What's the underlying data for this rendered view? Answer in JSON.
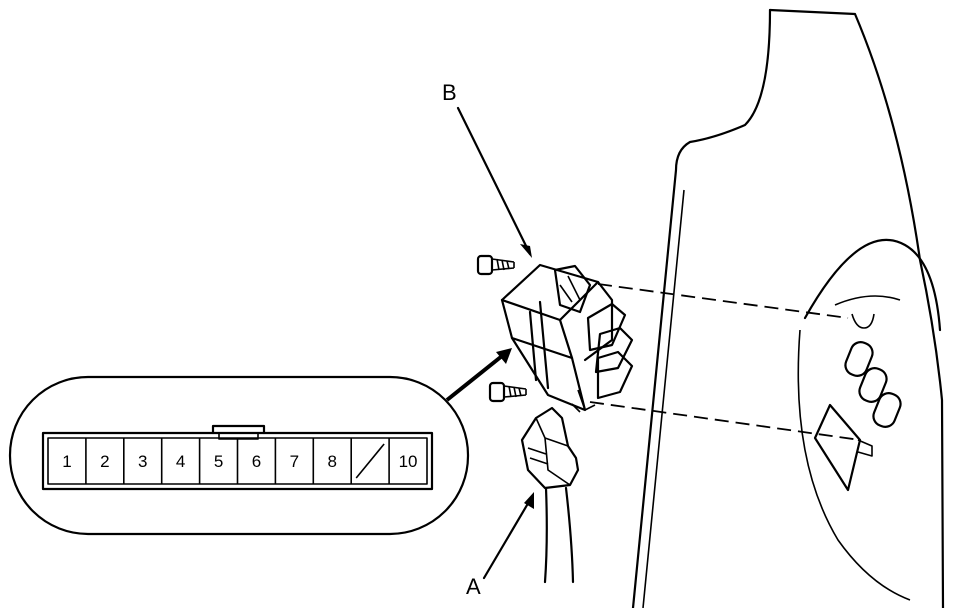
{
  "callouts": {
    "a": "A",
    "b": "B"
  },
  "connector_pins": [
    "1",
    "2",
    "3",
    "4",
    "5",
    "6",
    "7",
    "8",
    "",
    "10"
  ],
  "colors": {
    "ink": "#000000",
    "background": "#ffffff"
  }
}
